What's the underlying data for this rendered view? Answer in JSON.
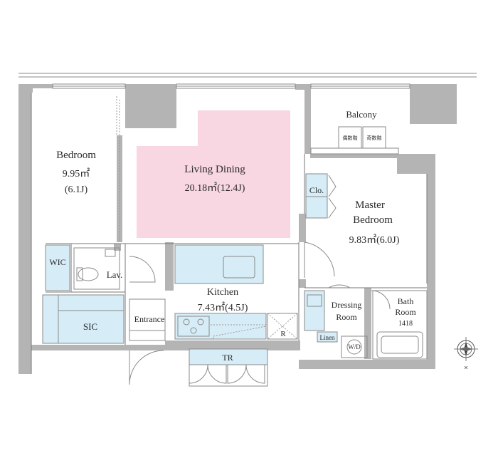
{
  "colors": {
    "living_highlight": "#f8d6e2",
    "storage_fill": "#d6ecf6",
    "wall": "#b4b4b4"
  },
  "rooms": {
    "bedroom": {
      "name": "Bedroom",
      "area": "9.95㎡",
      "tatami": "(6.1J)"
    },
    "living": {
      "name": "Living Dining",
      "area": "20.18㎡(12.4J)"
    },
    "balcony": {
      "name": "Balcony",
      "unit_left": "偶数階",
      "unit_right": "奇数階"
    },
    "master": {
      "name_line1": "Master",
      "name_line2": "Bedroom",
      "area": "9.83㎡(6.0J)"
    },
    "closet": {
      "name": "Clo."
    },
    "wic": {
      "name": "WIC"
    },
    "lav": {
      "name": "Lav."
    },
    "sic": {
      "name": "SIC"
    },
    "entrance": {
      "name": "Entrance"
    },
    "kitchen": {
      "name": "Kitchen",
      "area": "7.43㎡(4.5J)"
    },
    "refrigerator": {
      "name": "R"
    },
    "dressing": {
      "name_line1": "Dressing",
      "name_line2": "Room"
    },
    "linen": {
      "name": "Linen"
    },
    "washer": {
      "name": "W/D"
    },
    "bath": {
      "name_line1": "Bath",
      "name_line2": "Room",
      "size": "1418"
    },
    "trunk": {
      "name": "TR"
    }
  },
  "compass": {
    "icon": "compass-rose-icon"
  }
}
